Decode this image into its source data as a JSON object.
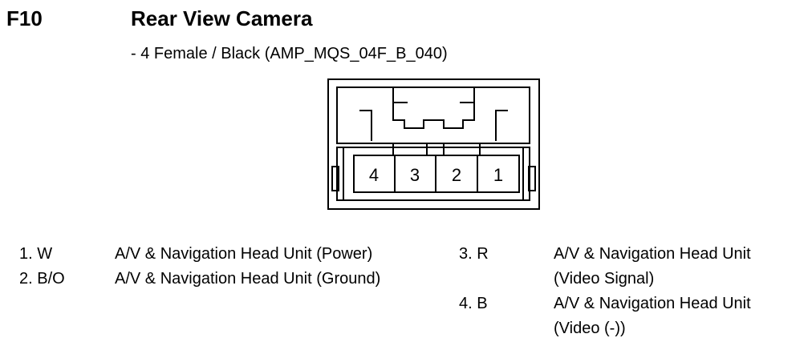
{
  "connector": {
    "code": "F10",
    "title": "Rear View Camera",
    "subtitle": "- 4 Female / Black (AMP_MQS_04F_B_040)",
    "pin_numbers": [
      "4",
      "3",
      "2",
      "1"
    ]
  },
  "pins": [
    {
      "id": "1. W",
      "desc": "A/V & Navigation Head Unit (Power)"
    },
    {
      "id": "2. B/O",
      "desc": "A/V & Navigation Head Unit (Ground)"
    },
    {
      "id": "3. R",
      "desc_line1": "A/V & Navigation Head Unit",
      "desc_line2": "(Video Signal)"
    },
    {
      "id": "4. B",
      "desc_line1": "A/V & Navigation Head Unit",
      "desc_line2": "(Video (-))"
    }
  ]
}
